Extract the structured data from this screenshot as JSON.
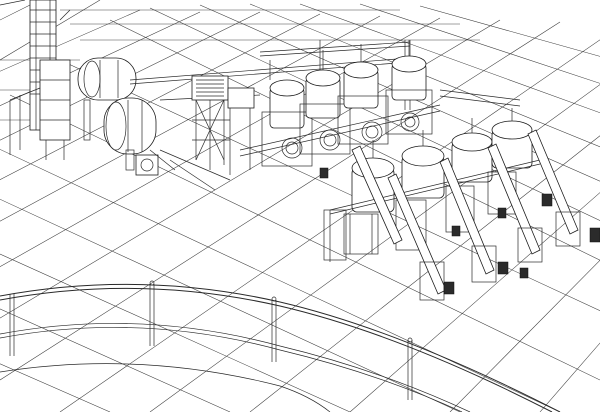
{
  "scene": {
    "style": "black line wireframe on white",
    "colors": {
      "background": "#ffffff",
      "line": "#2a2a2a"
    }
  },
  "components": [
    {
      "name": "distillation-column"
    },
    {
      "name": "horizontal-storage-tank-upper"
    },
    {
      "name": "horizontal-storage-tank-lower"
    },
    {
      "name": "control-cabinet-platform"
    },
    {
      "name": "reactor-vessel-row-back"
    },
    {
      "name": "reactor-vessel-row-front"
    },
    {
      "name": "screw-conveyors"
    },
    {
      "name": "curved-railing"
    }
  ]
}
